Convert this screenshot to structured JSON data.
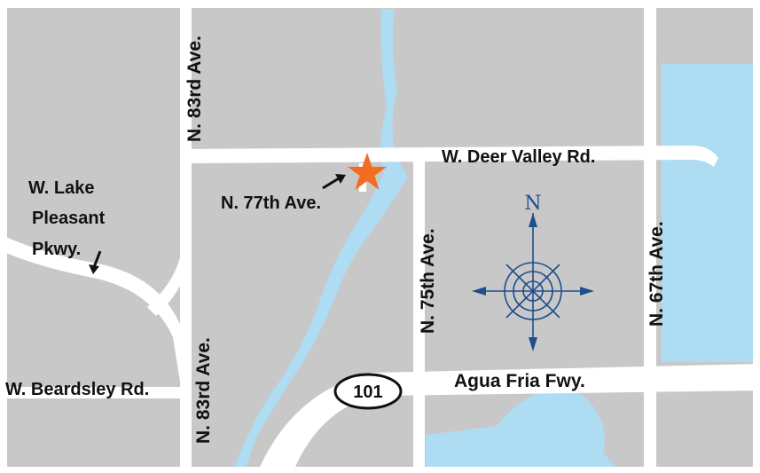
{
  "map": {
    "colors": {
      "block": "#c8c8c8",
      "road": "#ffffff",
      "water": "#aedcf2",
      "marker": "#f26d21",
      "compass": "#1f4e8c",
      "text": "#111111"
    },
    "streets": {
      "n83rd_ave_north": "N. 83rd Ave.",
      "n83rd_ave_south": "N. 83rd Ave.",
      "w_deer_valley_rd": "W. Deer Valley Rd.",
      "n77th_ave": "N. 77th Ave.",
      "n75th_ave": "N. 75th Ave.",
      "n67th_ave": "N. 67th Ave.",
      "w_beardsley_rd": "W. Beardsley Rd.",
      "agua_fria_fwy": "Agua Fria Fwy.",
      "w_lake_pleasant_pkwy": [
        "W. Lake",
        "Pleasant",
        "Pkwy."
      ]
    },
    "highway_shield": "101",
    "compass": {
      "north_label": "N"
    },
    "marker": {
      "icon": "star-icon"
    }
  }
}
